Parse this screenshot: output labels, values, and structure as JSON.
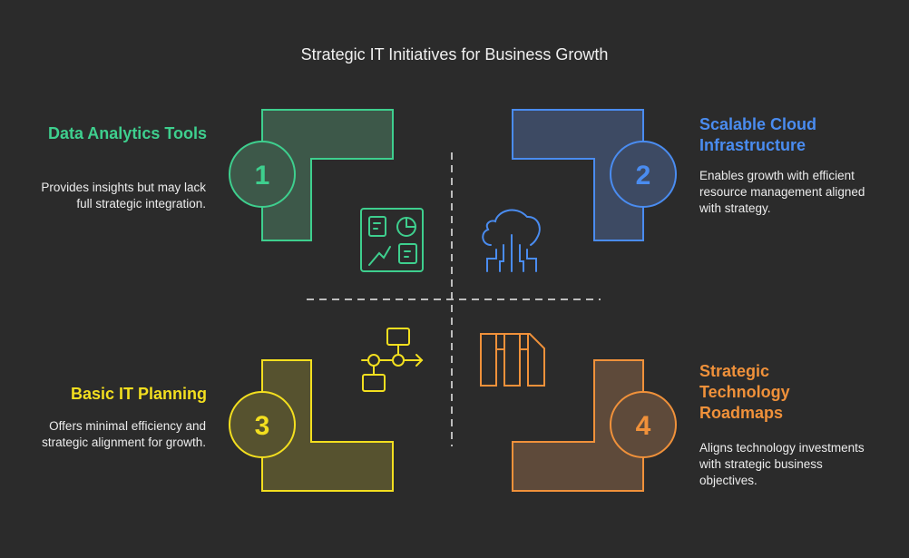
{
  "title": "Strategic IT Initiatives for Business Growth",
  "colors": {
    "background": "#2b2b2b",
    "green": "#3ecf8e",
    "blue": "#4a8cf0",
    "yellow": "#f3df1f",
    "orange": "#f0913a"
  },
  "items": [
    {
      "number": "1",
      "heading": "Data Analytics Tools",
      "description": "Provides insights but may lack full strategic integration.",
      "icon": "dashboard-icon"
    },
    {
      "number": "2",
      "heading": "Scalable Cloud Infrastructure",
      "description": "Enables growth with efficient resource management aligned with strategy.",
      "icon": "cloud-icon"
    },
    {
      "number": "3",
      "heading": "Basic IT Planning",
      "description": "Offers minimal efficiency and strategic alignment for growth.",
      "icon": "flowchart-icon"
    },
    {
      "number": "4",
      "heading": "Strategic Technology Roadmaps",
      "description": "Aligns technology investments with strategic business objectives.",
      "icon": "roadmap-icon"
    }
  ]
}
